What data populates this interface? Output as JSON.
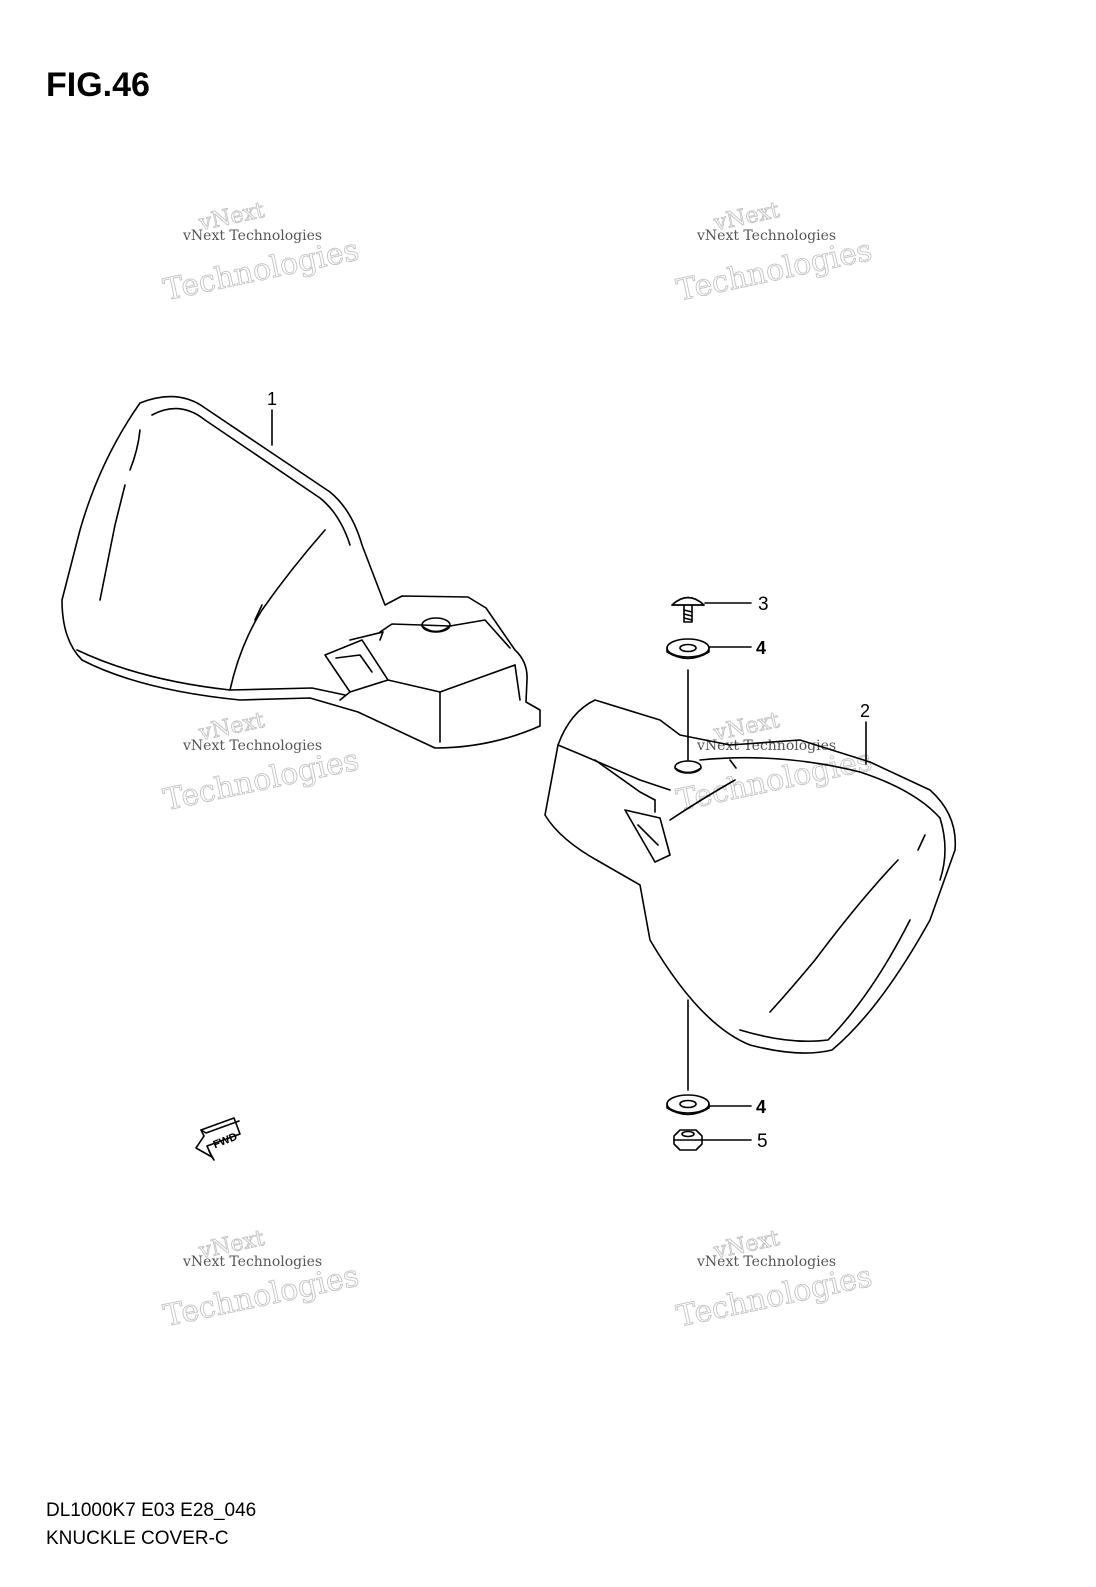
{
  "figure": {
    "title": "FIG.46"
  },
  "callouts": [
    "1",
    "2",
    "3",
    "4",
    "4",
    "5"
  ],
  "fwd_label": "FWD",
  "watermark": {
    "line1": "vNext",
    "line2": "vNext Technologies",
    "line3": "Technologies"
  },
  "footer": {
    "code": "DL1000K7 E03 E28_046",
    "name": "KNUCKLE COVER-C"
  }
}
